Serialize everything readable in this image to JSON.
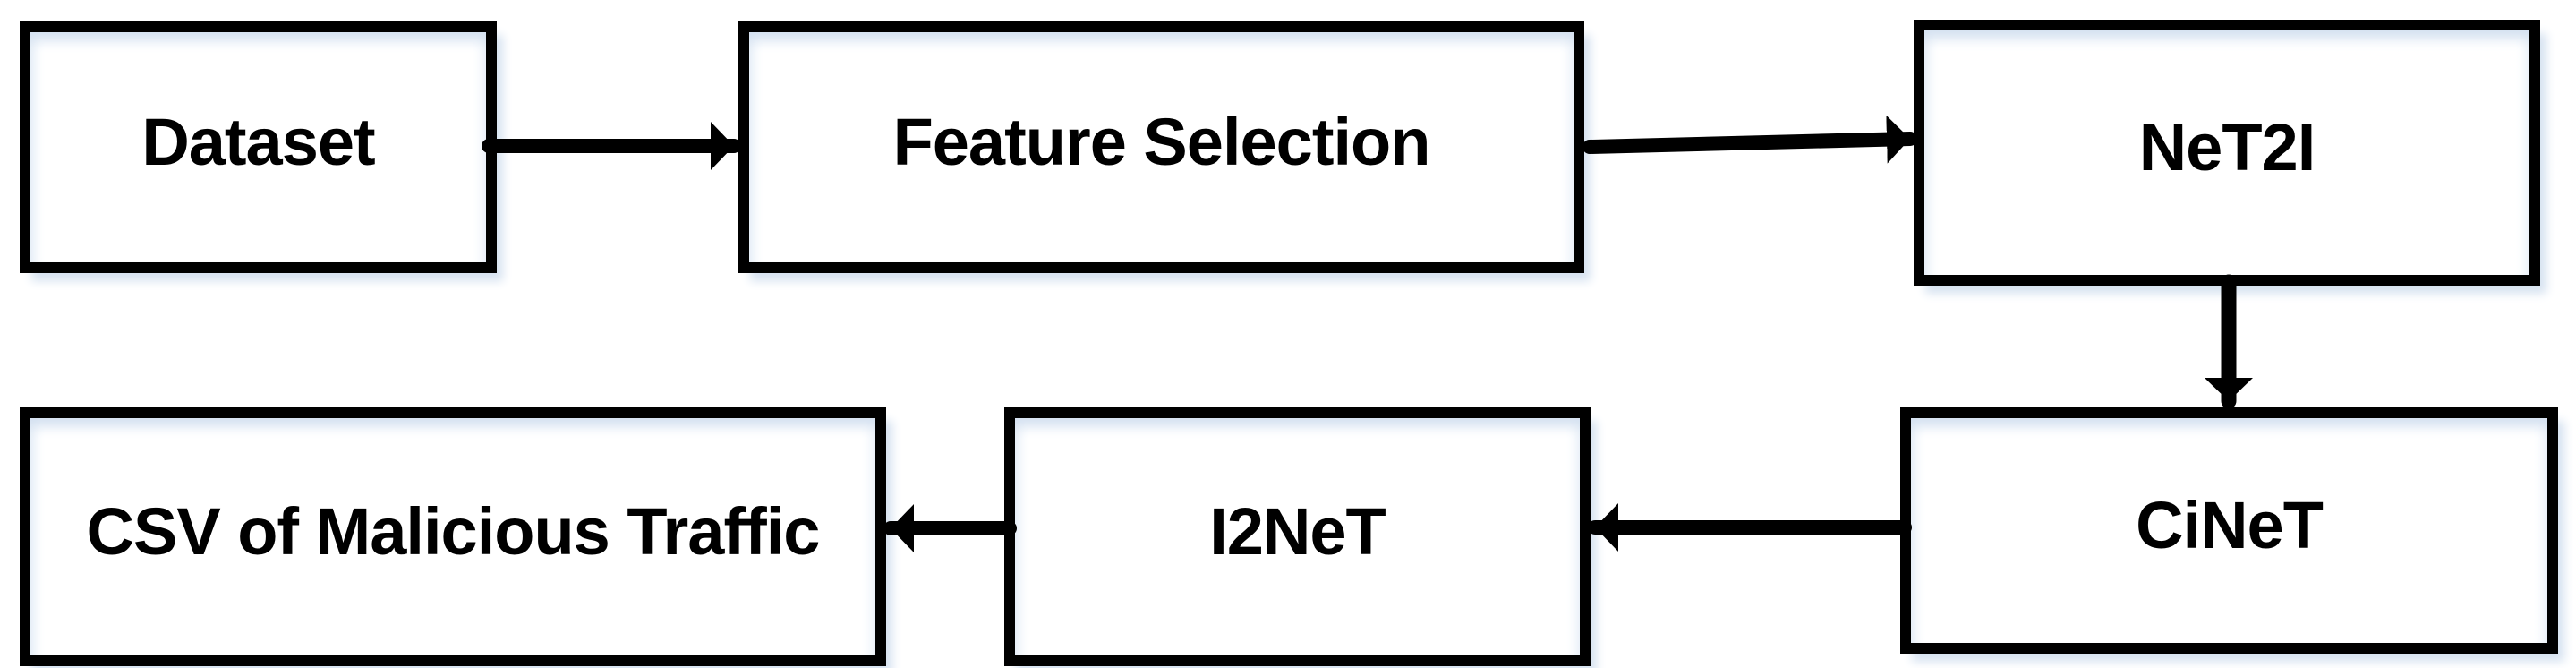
{
  "diagram": {
    "type": "flowchart",
    "nodes": [
      {
        "id": "dataset",
        "label": "Dataset"
      },
      {
        "id": "feature-selection",
        "label": "Feature Selection"
      },
      {
        "id": "net2i",
        "label": "NeT2I"
      },
      {
        "id": "csv-of-malicious-traffic",
        "label": "CSV of Malicious Traffic"
      },
      {
        "id": "i2net",
        "label": "I2NeT"
      },
      {
        "id": "cinet",
        "label": "CiNeT"
      }
    ],
    "edges": [
      {
        "from": "Dataset",
        "to": "Feature Selection",
        "direction": "right"
      },
      {
        "from": "Feature Selection",
        "to": "NeT2I",
        "direction": "right"
      },
      {
        "from": "NeT2I",
        "to": "CiNeT",
        "direction": "down"
      },
      {
        "from": "CiNeT",
        "to": "I2NeT",
        "direction": "left"
      },
      {
        "from": "I2NeT",
        "to": "CSV of Malicious Traffic",
        "direction": "left"
      }
    ],
    "colors": {
      "box_border": "#000000",
      "box_fill": "#ffffff",
      "text": "#000000",
      "arrow": "#000000",
      "shadow_tint": "#d7e3f1",
      "background": "#ffffff"
    }
  }
}
